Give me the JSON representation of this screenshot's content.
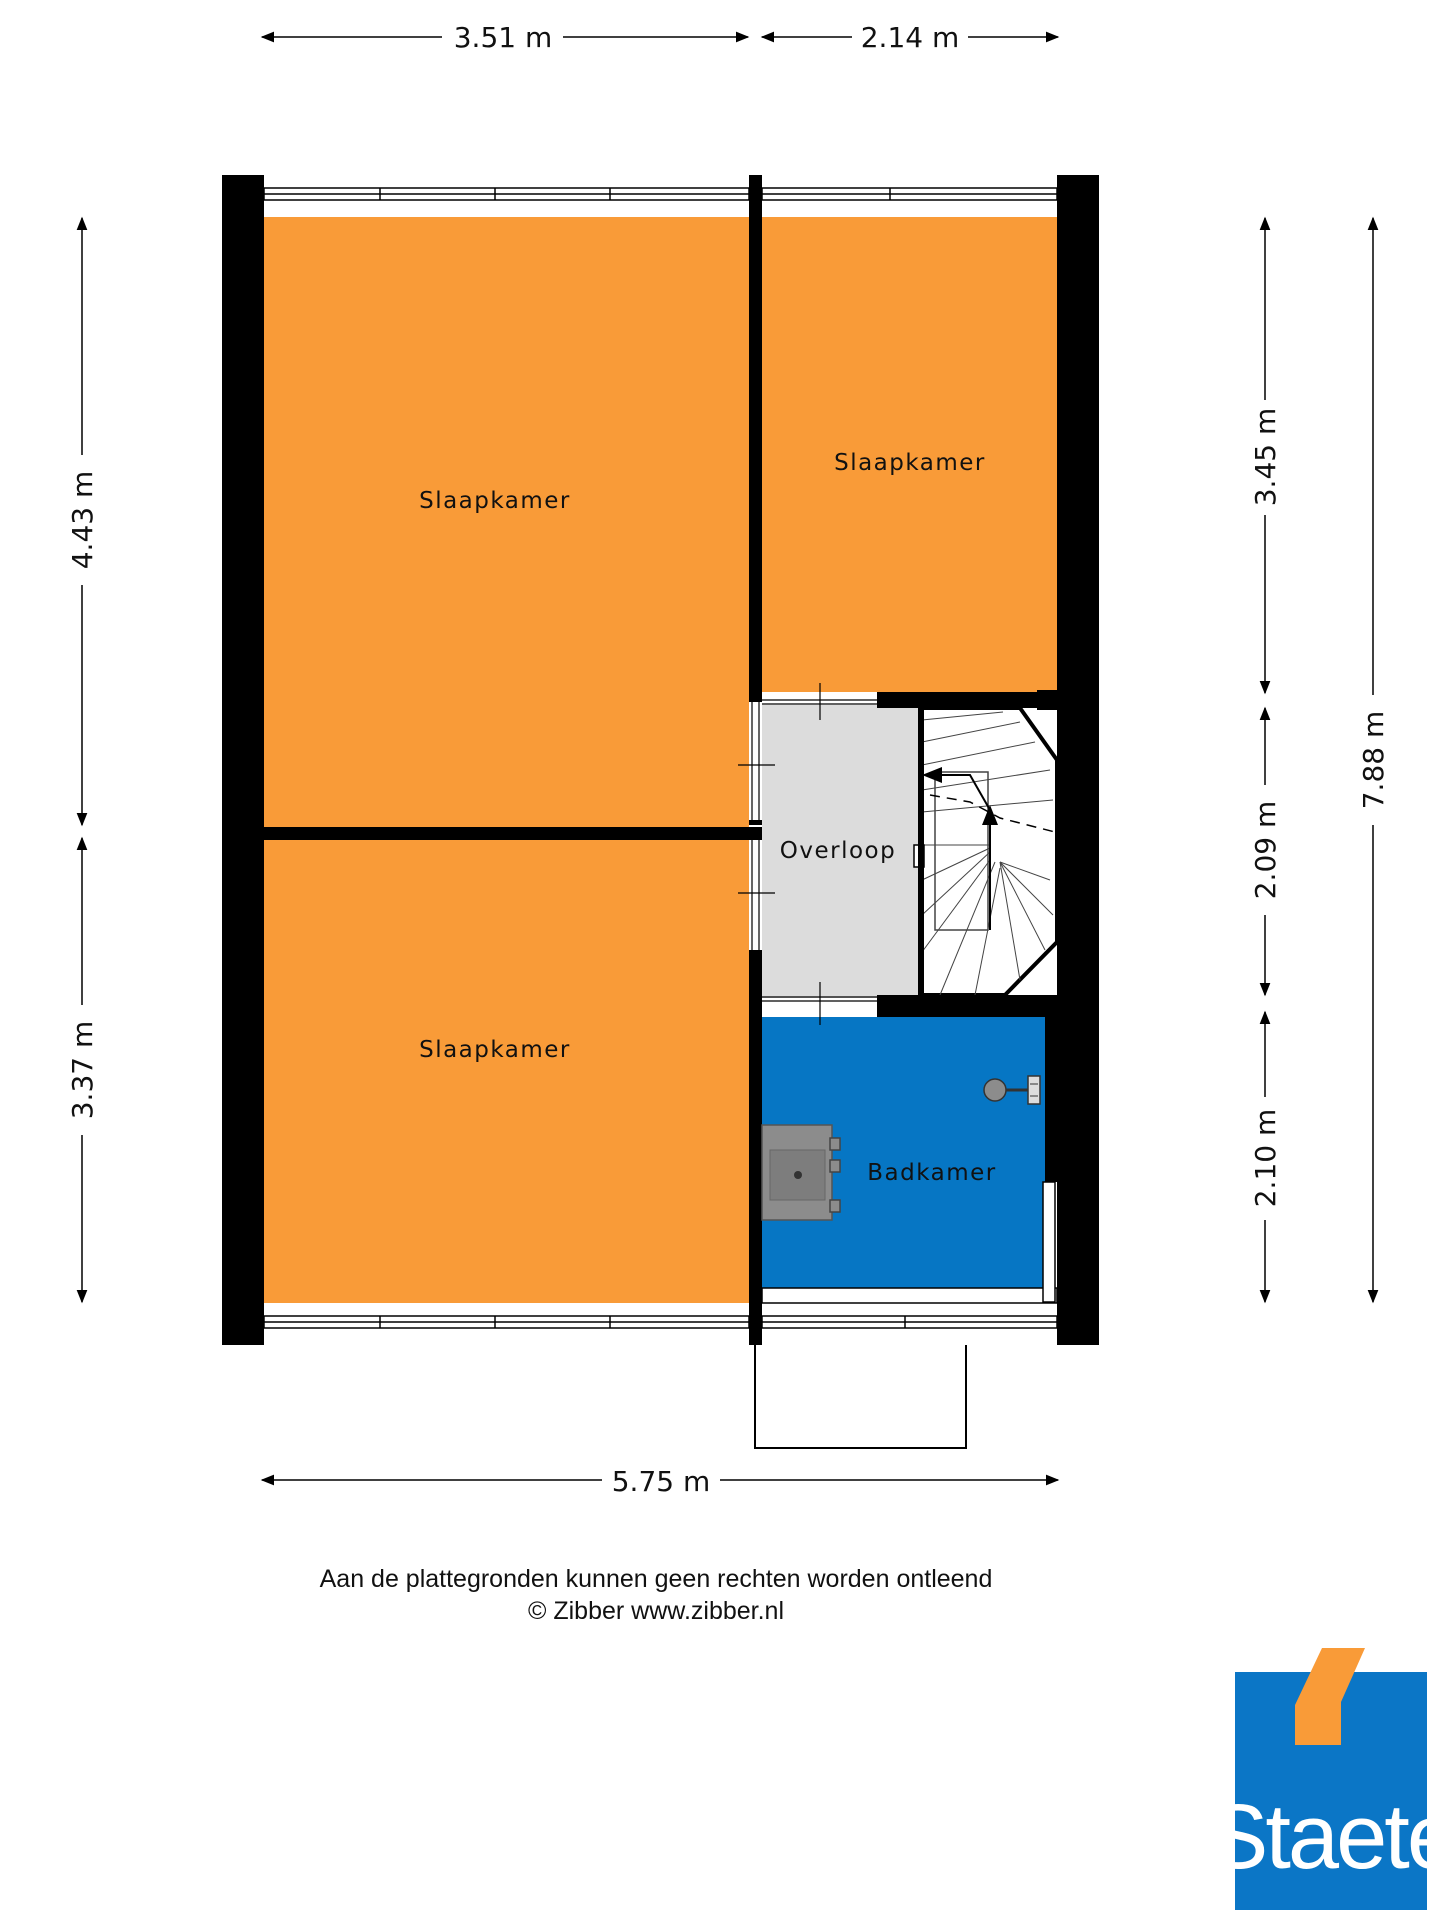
{
  "colors": {
    "bedroom": "#F99B38",
    "landing": "#DCDCDC",
    "bathroom": "#0676C4",
    "wall": "#000000",
    "logo_blue": "#0B76C6",
    "logo_orange": "#F99B38"
  },
  "dimensions": {
    "top_left": "3.51 m",
    "top_right": "2.14 m",
    "bottom_total": "5.75 m",
    "left_upper": "4.43 m",
    "left_lower": "3.37 m",
    "right_upper": "3.45 m",
    "right_middle": "2.09 m",
    "right_lower": "2.10 m",
    "right_total": "7.88 m"
  },
  "rooms": {
    "bedroom_1": "Slaapkamer",
    "bedroom_2": "Slaapkamer",
    "bedroom_3": "Slaapkamer",
    "landing": "Overloop",
    "bathroom": "Badkamer"
  },
  "footer": {
    "disclaimer": "Aan de plattegronden kunnen geen rechten worden ontleend",
    "copyright": "© Zibber www.zibber.nl"
  },
  "logo": {
    "text": "Staete"
  },
  "icons": [
    "stair-arrow-icon",
    "shower-icon",
    "sink-icon"
  ]
}
